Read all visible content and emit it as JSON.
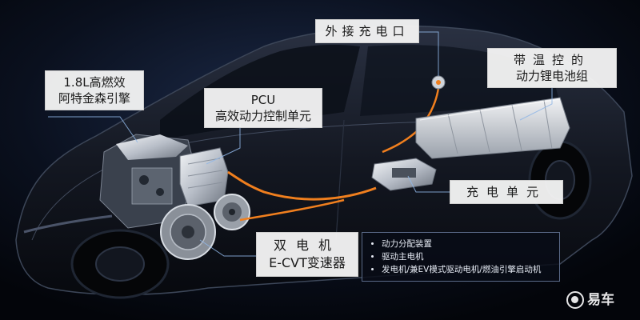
{
  "labels": {
    "engine": {
      "line1": "1.8L高燃效",
      "line2": "阿特金森引擎"
    },
    "pcu": {
      "line1": "PCU",
      "line2": "高效动力控制单元"
    },
    "charging_port": "外接充电口",
    "battery": {
      "line1": "带温控的",
      "line2": "动力锂电池组"
    },
    "charging_unit": "充电单元",
    "ecvt": {
      "line1": "双电机",
      "line2": "E-CVT变速器"
    }
  },
  "ecvt_features": [
    "动力分配装置",
    "驱动主电机",
    "发电机/兼EV模式驱动电机/燃油引擎启动机"
  ],
  "watermark": "易车",
  "colors": {
    "background": "#05070c",
    "accent_orange": "#f07f1e",
    "leader_line": "#8fb6e6",
    "label_bg": "#f4f4f4"
  }
}
